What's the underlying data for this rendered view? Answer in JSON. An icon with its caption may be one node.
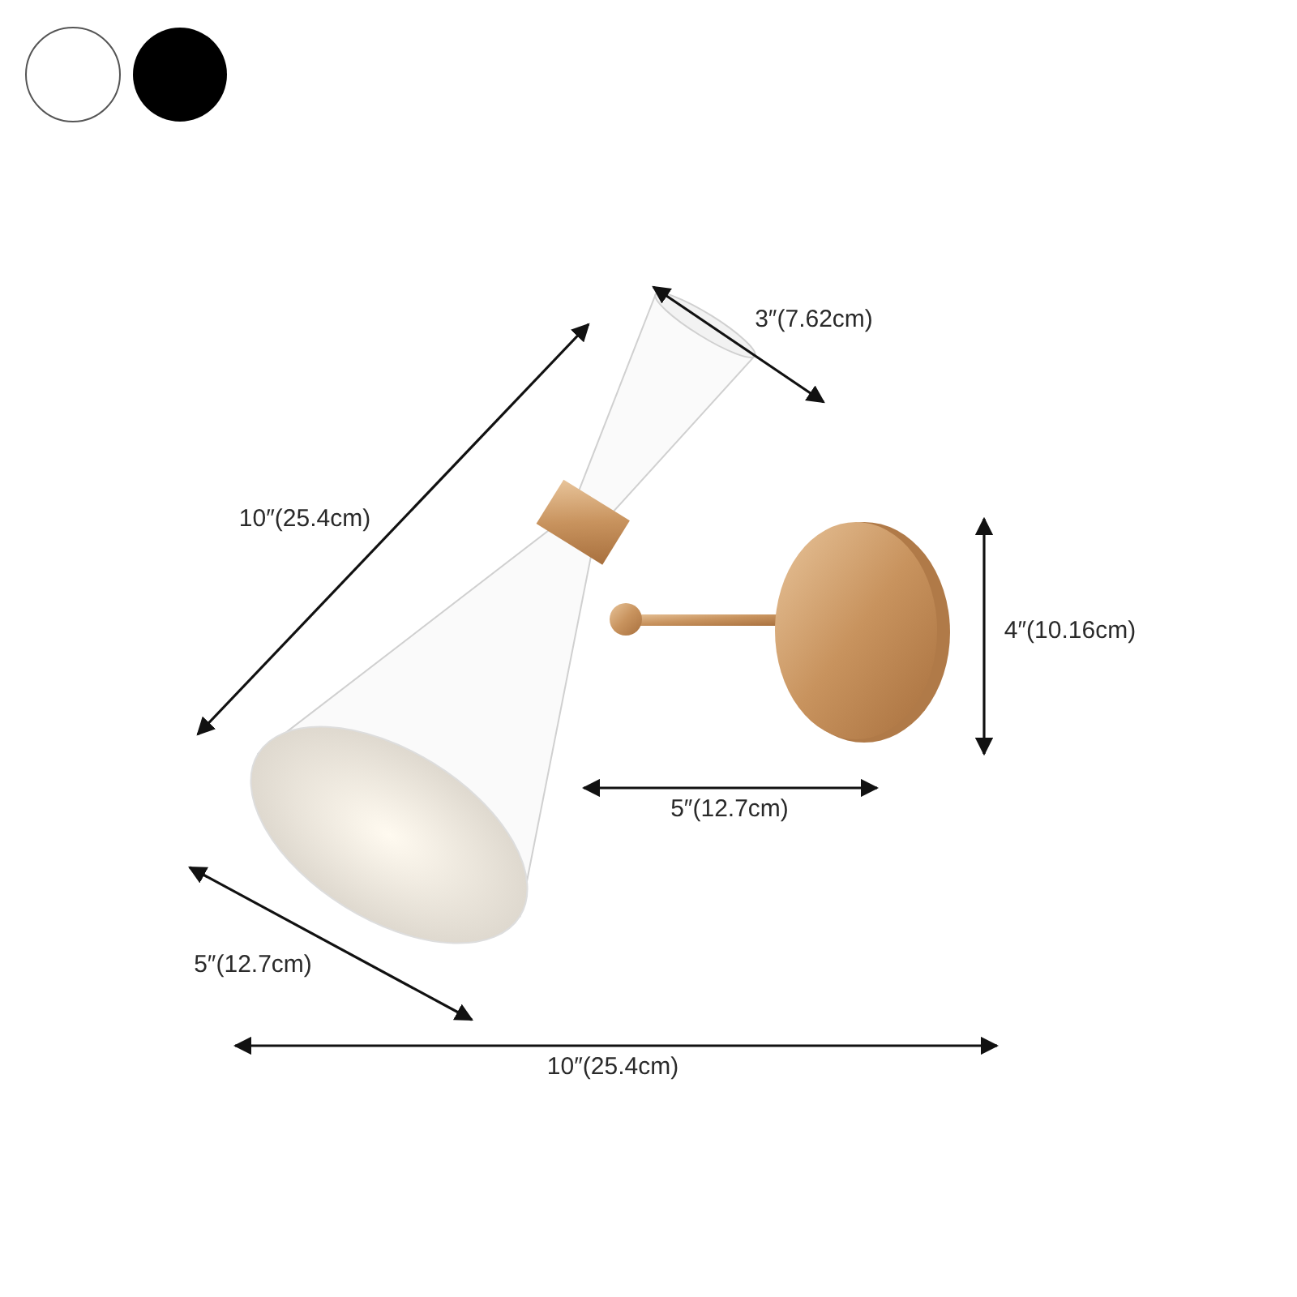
{
  "diagram": {
    "labels": [
      "3″(7.62cm)",
      "10″(25.4cm)",
      "4″(10.16cm)",
      "5″(12.7cm)",
      "5″(12.7cm)",
      "10″(25.4cm)"
    ]
  }
}
